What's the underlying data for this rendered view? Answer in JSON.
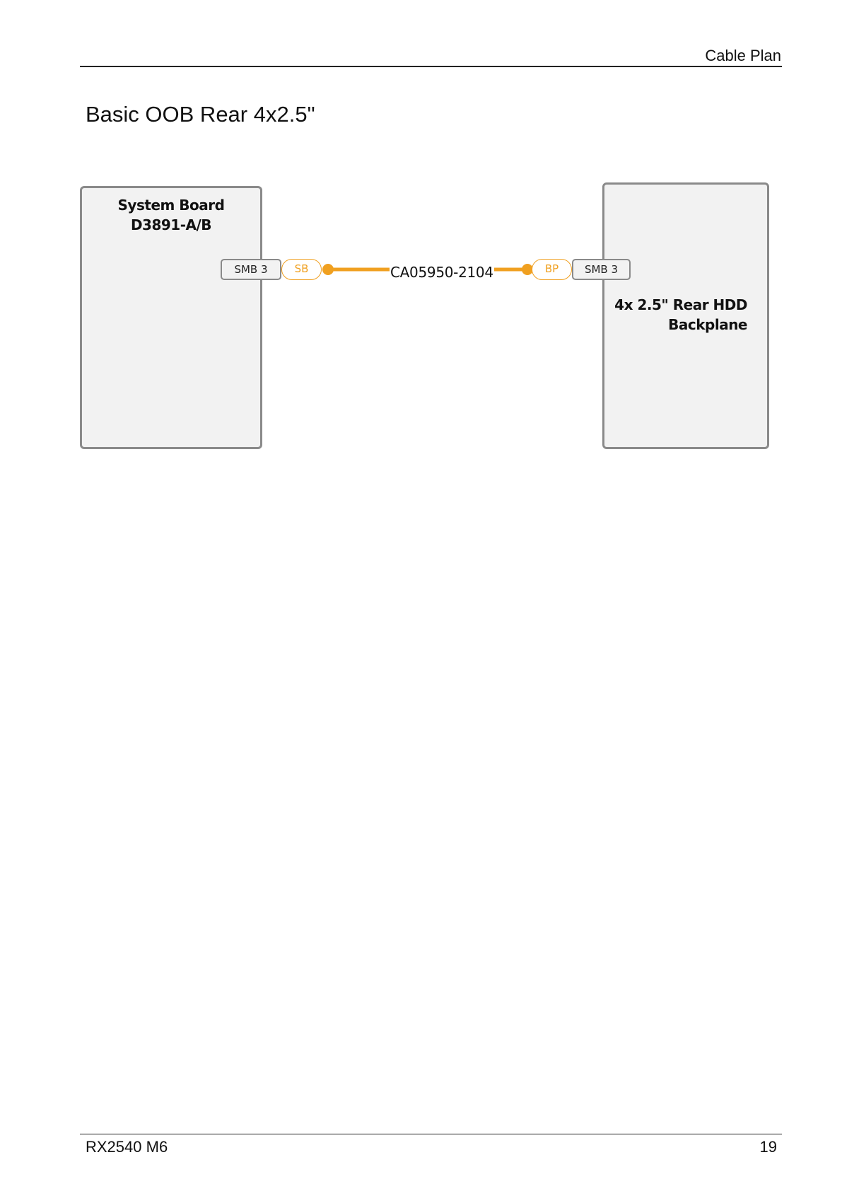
{
  "header": {
    "section": "Cable Plan"
  },
  "title": "Basic OOB Rear 4x2.5\"",
  "diagram": {
    "left_box": {
      "title_lines": [
        "System Board",
        "D3891-A/B"
      ],
      "connector": "SMB 3",
      "plug": "SB"
    },
    "right_box": {
      "title_lines": [
        "4x 2.5\" Rear HDD",
        "Backplane"
      ],
      "connector": "SMB 3",
      "plug": "BP"
    },
    "cable": {
      "label": "CA05950-2104",
      "color": "#f0a020"
    },
    "box_fill": "#f2f2f2",
    "box_border": "#8a8a8a"
  },
  "footer": {
    "model": "RX2540 M6",
    "page_number": "19"
  }
}
